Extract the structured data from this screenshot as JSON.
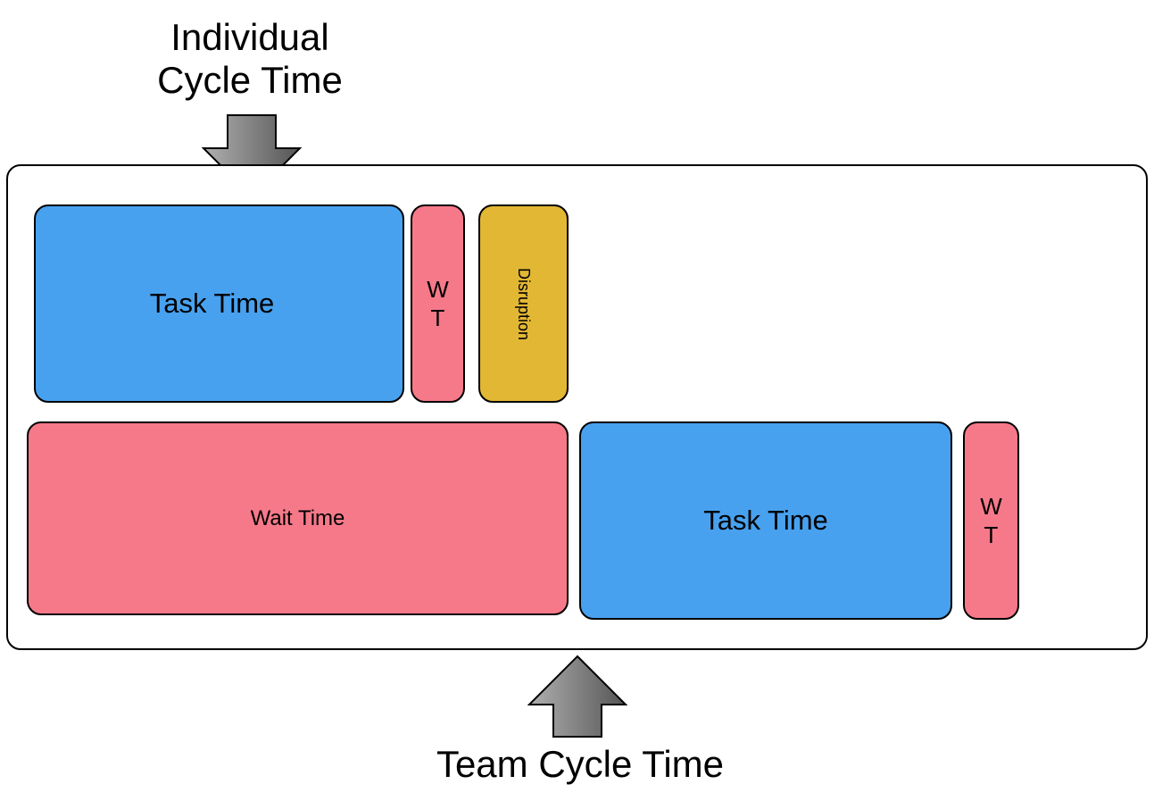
{
  "labels": {
    "individual_line1": "Individual",
    "individual_line2": "Cycle Time",
    "team": "Team Cycle Time"
  },
  "blocks": {
    "task_1": "Task Time",
    "wt_1_line1": "W",
    "wt_1_line2": "T",
    "disruption": "Disruption",
    "wait_1": "Wait Time",
    "task_2": "Task Time",
    "wt_2_line1": "W",
    "wt_2_line2": "T"
  },
  "colors": {
    "task": "#48a1ef",
    "wait": "#f6798a",
    "disruption": "#e2b734",
    "arrow_light": "#a6a6a6",
    "arrow_dark": "#5e5e5e"
  }
}
